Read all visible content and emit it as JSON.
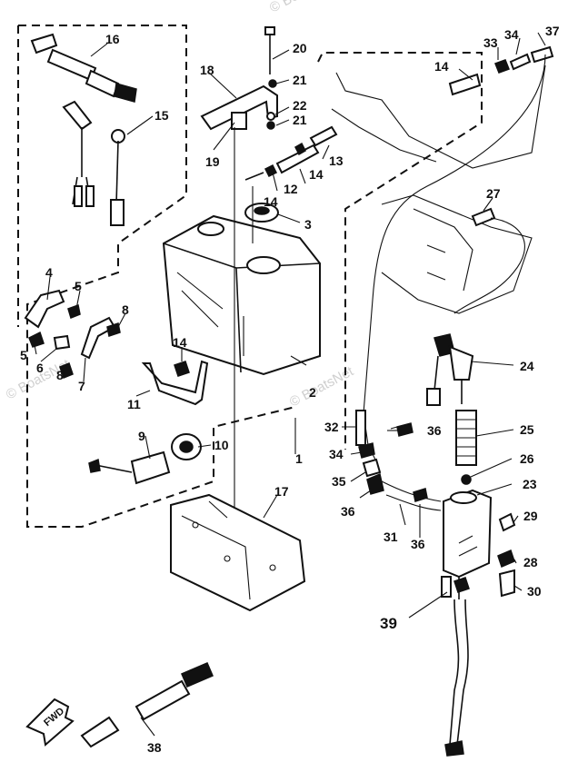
{
  "watermarks": [
    "© BoatsNet",
    "© BoatsNet",
    "© BoatsNet"
  ],
  "direction_marker": "FWD",
  "callouts": [
    "1",
    "2",
    "3",
    "4",
    "5",
    "5",
    "6",
    "7",
    "8",
    "8",
    "9",
    "10",
    "11",
    "12",
    "13",
    "14",
    "14",
    "14",
    "14",
    "15",
    "16",
    "17",
    "18",
    "19",
    "20",
    "21",
    "21",
    "22",
    "23",
    "24",
    "25",
    "26",
    "27",
    "28",
    "29",
    "30",
    "31",
    "32",
    "33",
    "34",
    "34",
    "35",
    "36",
    "36",
    "36",
    "37",
    "38",
    "39"
  ]
}
